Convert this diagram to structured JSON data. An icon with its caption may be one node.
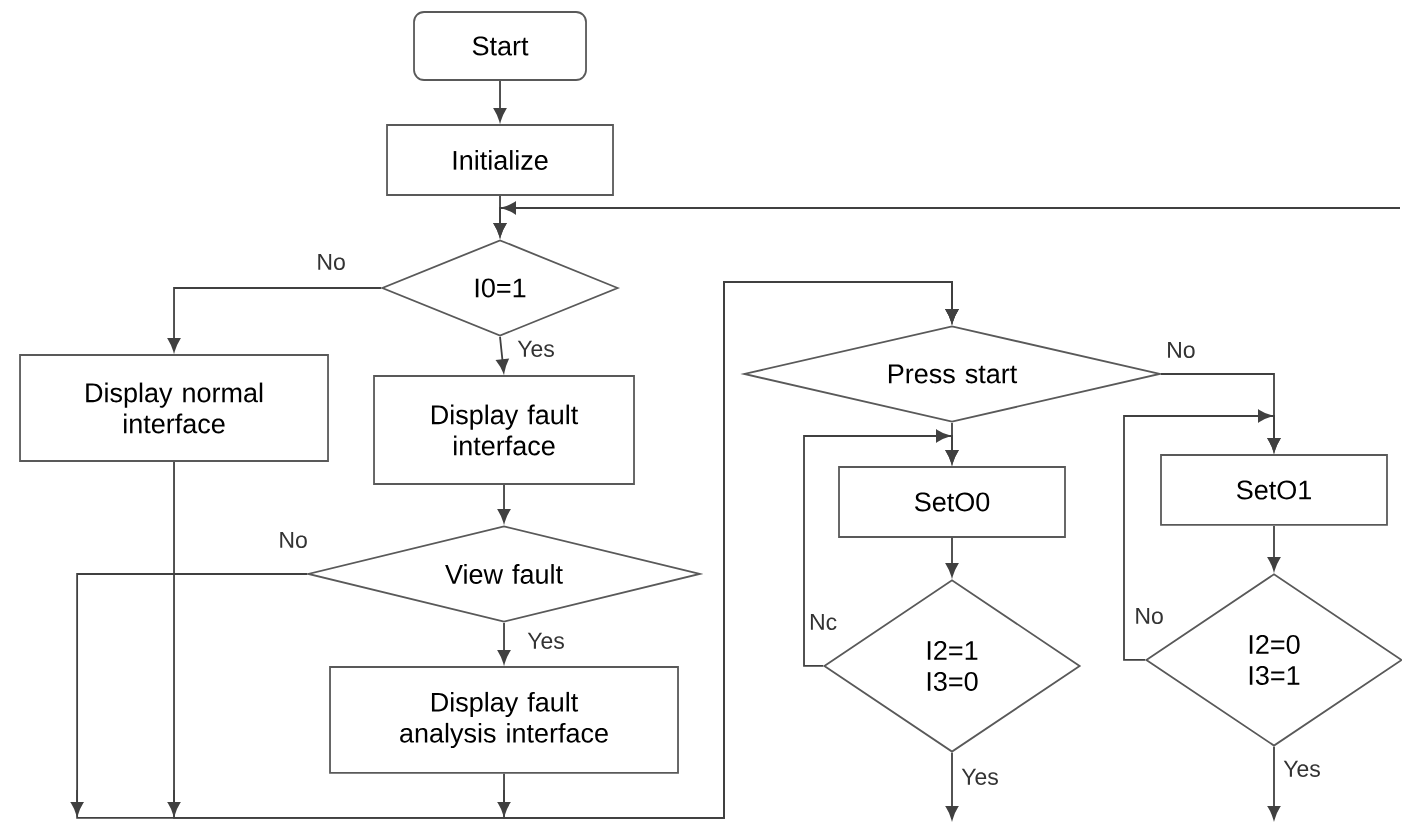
{
  "diagram": {
    "nodes": [
      {
        "text": [
          "Start"
        ]
      },
      {
        "text": [
          "Initialize"
        ]
      },
      {
        "text": [
          "I0=1"
        ]
      },
      {
        "text": [
          "Display normal interface"
        ]
      },
      {
        "text": [
          "Display fault interface"
        ]
      },
      {
        "text": [
          "View fault"
        ]
      },
      {
        "text": [
          "Display fault analysis interface"
        ]
      },
      {
        "text": [
          "Press start"
        ]
      },
      {
        "text": [
          "SetO0"
        ]
      },
      {
        "text": [
          "I2=1 I3=0"
        ]
      },
      {
        "text": [
          "SetO1"
        ]
      },
      {
        "text": [
          "I2=0 I3=1"
        ]
      }
    ],
    "edges": [
      {
        "from": 0,
        "to": 1,
        "arrow": "to"
      },
      {
        "from": 1,
        "to": 2,
        "arrow": "to"
      },
      {
        "from": 2,
        "to": 3,
        "arrow": "to",
        "label": "No"
      },
      {
        "from": 2,
        "to": 4,
        "arrow": "to",
        "label": "Yes"
      },
      {
        "from": 4,
        "to": 5,
        "arrow": "to"
      },
      {
        "from": 5,
        "to": 6,
        "arrow": "to",
        "label": "Yes"
      },
      {
        "from": 3,
        "to": 7,
        "arrow": "to"
      },
      {
        "from": 5,
        "to": 7,
        "arrow": "to",
        "label": "No"
      },
      {
        "from": 6,
        "to": 7,
        "arrow": "to"
      },
      {
        "from": 7,
        "to": 8,
        "arrow": "to"
      },
      {
        "from": 7,
        "to": 10,
        "arrow": "to",
        "label": "No"
      },
      {
        "from": 8,
        "to": 9,
        "arrow": "to"
      },
      {
        "from": 9,
        "to": 8,
        "arrow": "to",
        "label": "Nc"
      },
      {
        "from": 10,
        "to": 11,
        "arrow": "to"
      },
      {
        "from": 11,
        "to": 10,
        "arrow": "to",
        "label": "No"
      },
      {
        "from": 9,
        "to": null,
        "arrow": "to",
        "label": "Yes"
      },
      {
        "from": 11,
        "to": null,
        "arrow": "to",
        "label": "Yes"
      },
      {
        "from": null,
        "to": 2,
        "arrow": "to"
      }
    ]
  }
}
